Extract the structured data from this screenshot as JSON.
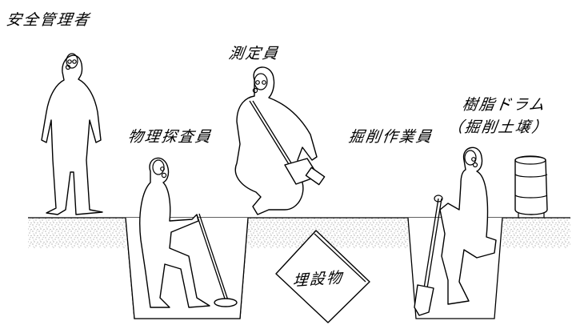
{
  "labels": {
    "safety_manager": "安全管理者",
    "measurer": "測定員",
    "geophysical_surveyor": "物理探査員",
    "excavation_worker": "掘削作業員",
    "resin_drum": "樹脂ドラム",
    "excavated_soil": "（掘削土壌）",
    "buried_object": "埋設物"
  },
  "colors": {
    "ink": "#000000",
    "paper": "#ffffff",
    "soil_speckle": "#555555"
  }
}
